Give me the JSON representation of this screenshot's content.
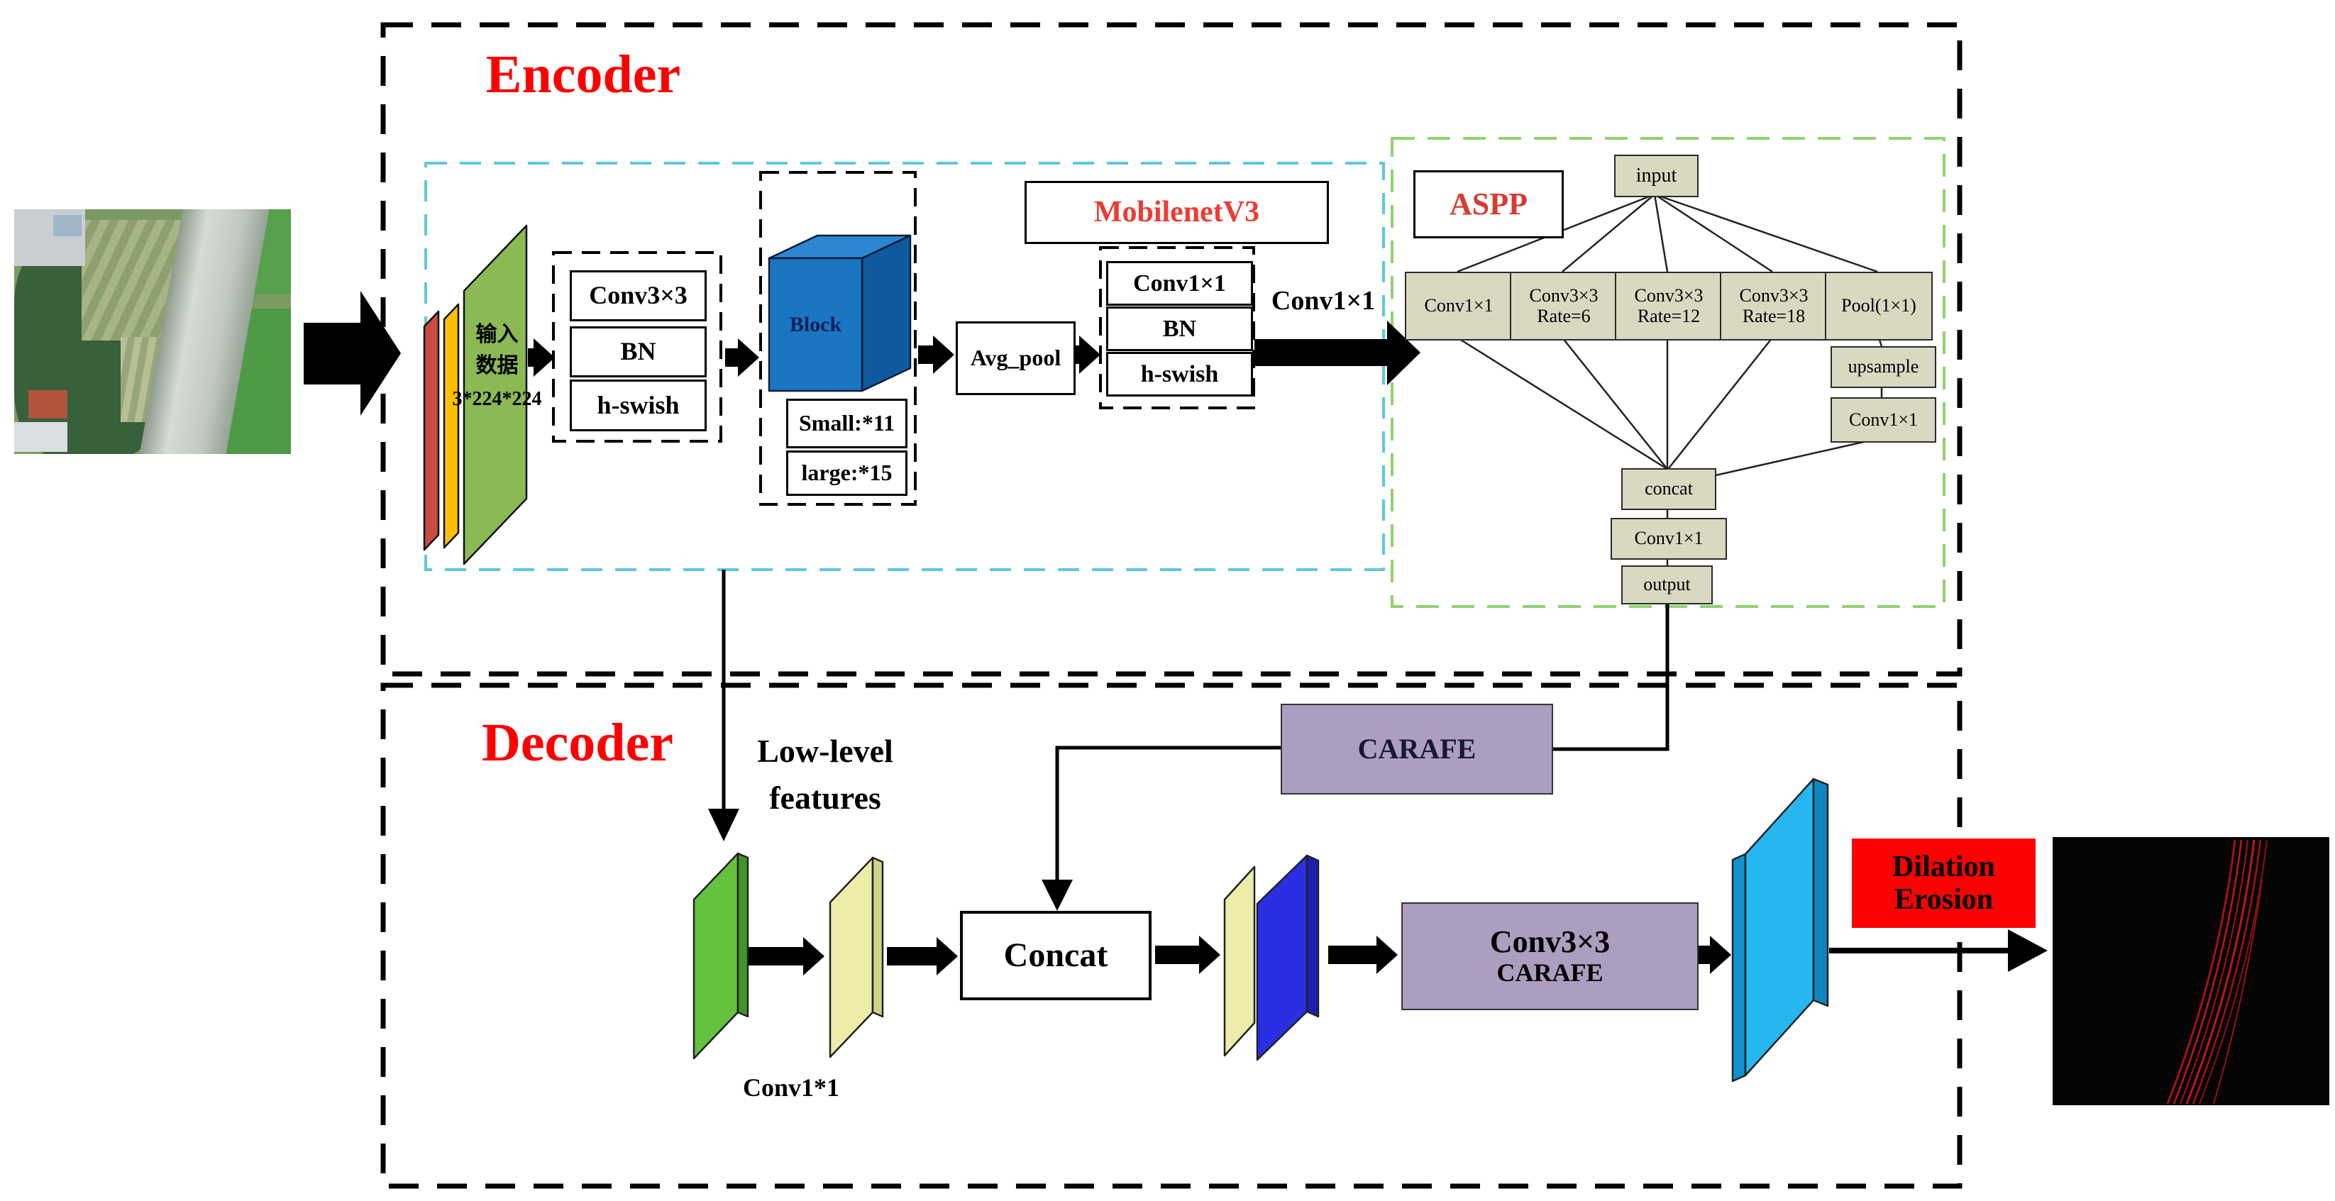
{
  "colors": {
    "title_red": "#fe0000",
    "mobilenet_red": "#ee3b33",
    "aspp_red": "#d93a31",
    "encoder_slab_red": "#c94b41",
    "encoder_slab_orange": "#fdbf01",
    "encoder_slab_green": "#8bba55",
    "block_cube_blue": "#1b76c2",
    "aspp_node_bg": "#d8d9c0",
    "carafe_purple": "#ad9dbf",
    "decoder_green": "#63c13e",
    "decoder_yellow": "#ededa9",
    "decoder_blue": "#2a2ee2",
    "decoder_cyan": "#27b7f0",
    "dilation_red": "#fb0100",
    "backbone_dash_cyan": "#5fc8da",
    "aspp_dash_green": "#8fd36f"
  },
  "encoder": {
    "title": "Encoder",
    "input_slab": {
      "line1": "输入",
      "line2": "数据",
      "line3": "3*224*224"
    },
    "conv_stack": {
      "conv": "Conv3×3",
      "bn": "BN",
      "act": "h-swish"
    },
    "block": {
      "label": "Block",
      "small": "Small:*11",
      "large": "large:*15"
    },
    "avg_pool": "Avg_pool",
    "mobilenet_title": "MobilenetV3",
    "conv1_stack": {
      "conv": "Conv1×1",
      "bn": "BN",
      "act": "h-swish"
    },
    "to_aspp_label": "Conv1×1",
    "aspp": {
      "title": "ASPP",
      "input": "input",
      "branches": [
        {
          "line1": "Conv1×1",
          "line2": ""
        },
        {
          "line1": "Conv3×3",
          "line2": "Rate=6"
        },
        {
          "line1": "Conv3×3",
          "line2": "Rate=12"
        },
        {
          "line1": "Conv3×3",
          "line2": "Rate=18"
        },
        {
          "line1": "Pool(1×1)",
          "line2": ""
        }
      ],
      "upsample": "upsample",
      "conv1x1_right": "Conv1×1",
      "concat": "concat",
      "conv1x1_bottom": "Conv1×1",
      "output": "output"
    }
  },
  "decoder": {
    "title": "Decoder",
    "low_level": {
      "line1": "Low-level",
      "line2": "features"
    },
    "conv1_label": "Conv1*1",
    "concat": "Concat",
    "carafe": "CARAFE",
    "conv3_carafe": {
      "line1": "Conv3×3",
      "line2": "CARAFE"
    },
    "post": {
      "line1": "Dilation",
      "line2": "Erosion"
    }
  }
}
